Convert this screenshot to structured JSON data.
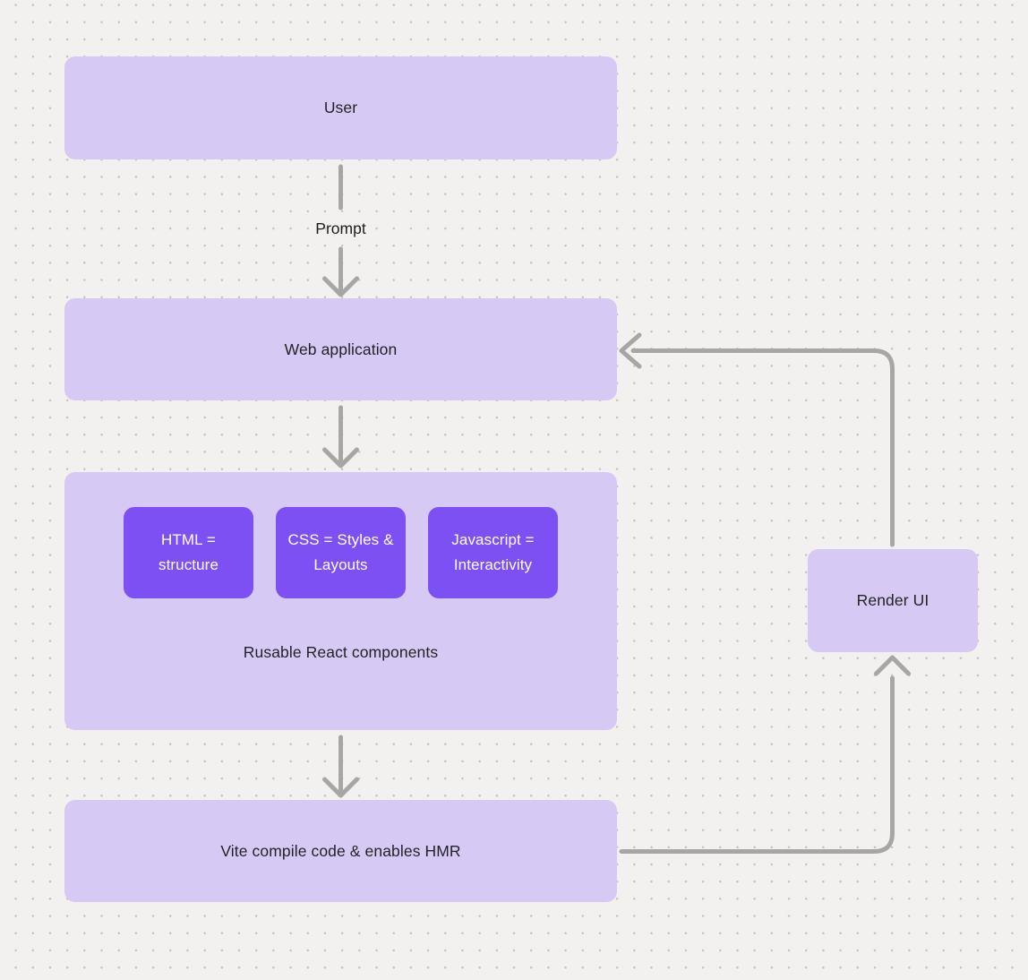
{
  "diagram": {
    "nodes": {
      "user": {
        "label": "User"
      },
      "web_application": {
        "label": "Web application"
      },
      "react_components": {
        "caption": "Rusable React components",
        "chips": [
          {
            "label": "HTML = structure"
          },
          {
            "label": "CSS = Styles & Layouts"
          },
          {
            "label": "Javascript = Interactivity"
          }
        ]
      },
      "vite": {
        "label": "Vite compile code & enables HMR"
      },
      "render_ui": {
        "label": "Render UI"
      }
    },
    "edge_labels": {
      "prompt": "Prompt"
    },
    "colors": {
      "node_fill": "#d6caf5",
      "chip_fill": "#7c50f2",
      "chip_text": "#ffffff",
      "node_text": "#232327",
      "connector": "#a8a6a3",
      "canvas_background": "#f2f1ef",
      "grid_dot": "#c6c4c2"
    }
  }
}
